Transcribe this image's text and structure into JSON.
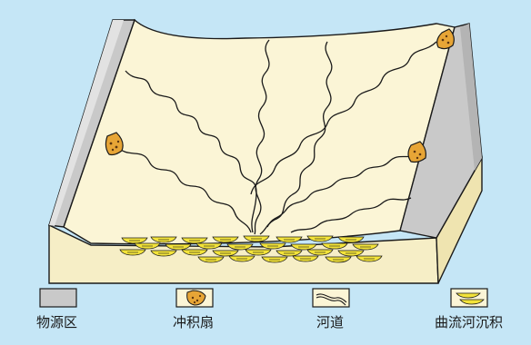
{
  "colors": {
    "background": "#c5e6f6",
    "basin_surface": "#fbf5d6",
    "block_side": "#f6eec6",
    "source_area": "#c9c9c9",
    "source_area_light": "#e2e2e2",
    "fan_fill": "#e7a536",
    "meander_fill": "#f3e33a",
    "outline": "#1a1a1a"
  },
  "legend": [
    {
      "label": "物源区",
      "icon": "source-area-swatch-icon"
    },
    {
      "label": "冲积扇",
      "icon": "alluvial-fan-swatch-icon"
    },
    {
      "label": "河道",
      "icon": "river-channel-swatch-icon"
    },
    {
      "label": "曲流河沉积",
      "icon": "meander-deposit-swatch-icon"
    }
  ]
}
